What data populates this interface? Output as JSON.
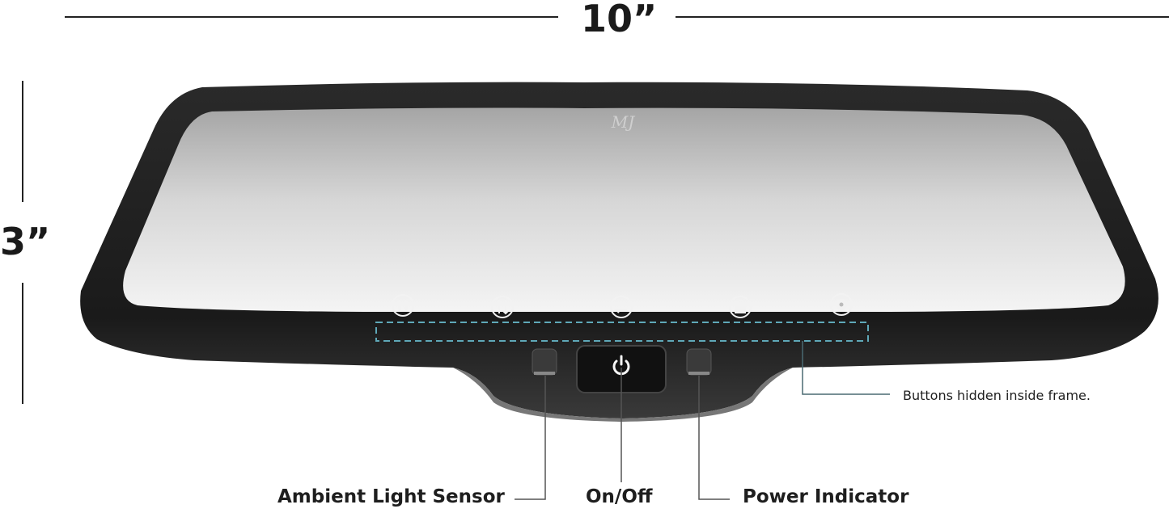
{
  "dimensions": {
    "width_label": "10”",
    "height_label": "3”"
  },
  "mirror": {
    "logo_text": "MJ",
    "hidden_buttons": [
      {
        "name": "pause",
        "icon": "pause-icon"
      },
      {
        "name": "flip",
        "icon": "flip-vertical-icon"
      },
      {
        "name": "swap",
        "icon": "swap-horizontal-icon"
      },
      {
        "name": "lock",
        "icon": "lock-icon"
      },
      {
        "name": "settings",
        "icon": "gear-icon"
      }
    ],
    "power_icon": "power-icon"
  },
  "callouts": {
    "hidden_buttons": "Buttons hidden inside frame.",
    "ambient_light_sensor": "Ambient Light Sensor",
    "on_off": "On/Off",
    "power_indicator": "Power Indicator"
  },
  "colors": {
    "frame": "#1c1c1c",
    "glass_top": "#a8a8a8",
    "glass_bottom": "#f2f2f2",
    "dashed_highlight": "#5fa8b8",
    "leader_line": "#4a6a72"
  }
}
